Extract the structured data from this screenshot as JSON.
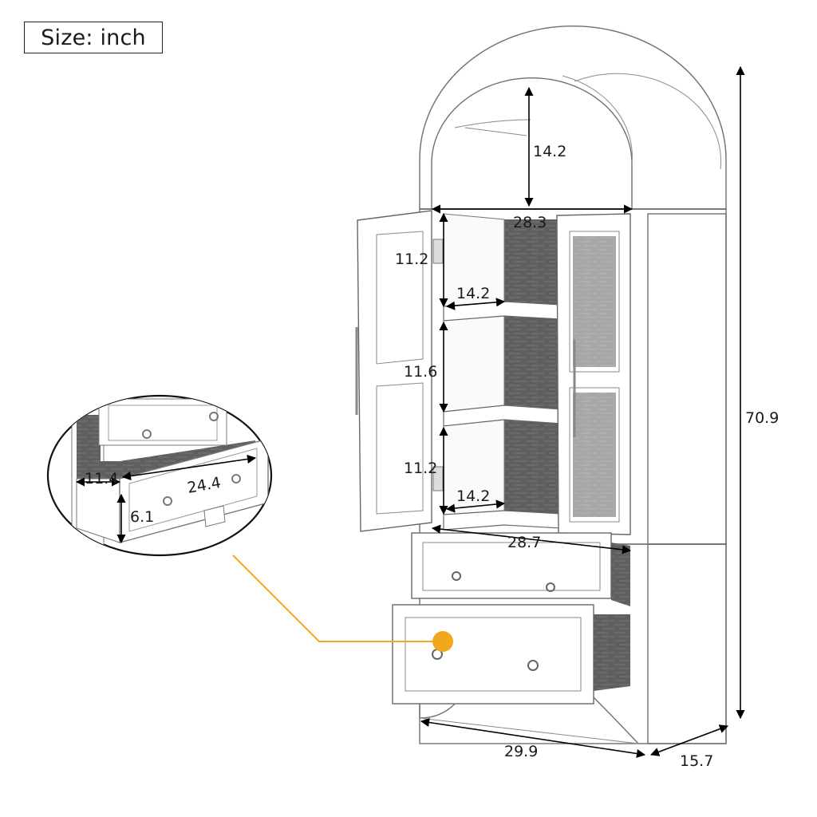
{
  "size_label": "Size: inch",
  "dimensions": {
    "arch_height": "14.2",
    "upper_inner_width": "28.3",
    "top_shelf_height": "11.2",
    "top_shelf_depth": "14.2",
    "middle_shelf_height": "11.6",
    "bottom_shelf_height": "11.2",
    "bottom_shelf_depth": "14.2",
    "lower_inner_width": "28.7",
    "total_height": "70.9",
    "total_width": "29.9",
    "total_depth": "15.7",
    "drawer_depth": "11.4",
    "drawer_width": "24.4",
    "drawer_height": "6.1"
  },
  "colors": {
    "callout_line": "#F2A81D",
    "outline": "#6f6f6f",
    "interior": "#5d5d5d"
  }
}
